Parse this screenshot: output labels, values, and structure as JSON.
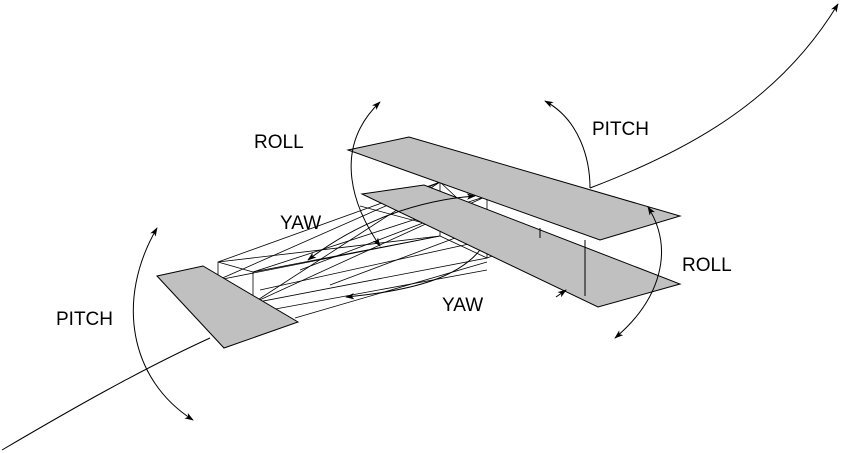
{
  "labels": {
    "roll_top": "ROLL",
    "pitch_top_right": "PITCH",
    "yaw_left": "YAW",
    "roll_right": "ROLL",
    "pitch_left": "PITCH",
    "yaw_bottom": "YAW"
  },
  "colors": {
    "wing_fill": "#c0c0c0",
    "stroke": "#000000",
    "background": "#ffffff"
  }
}
